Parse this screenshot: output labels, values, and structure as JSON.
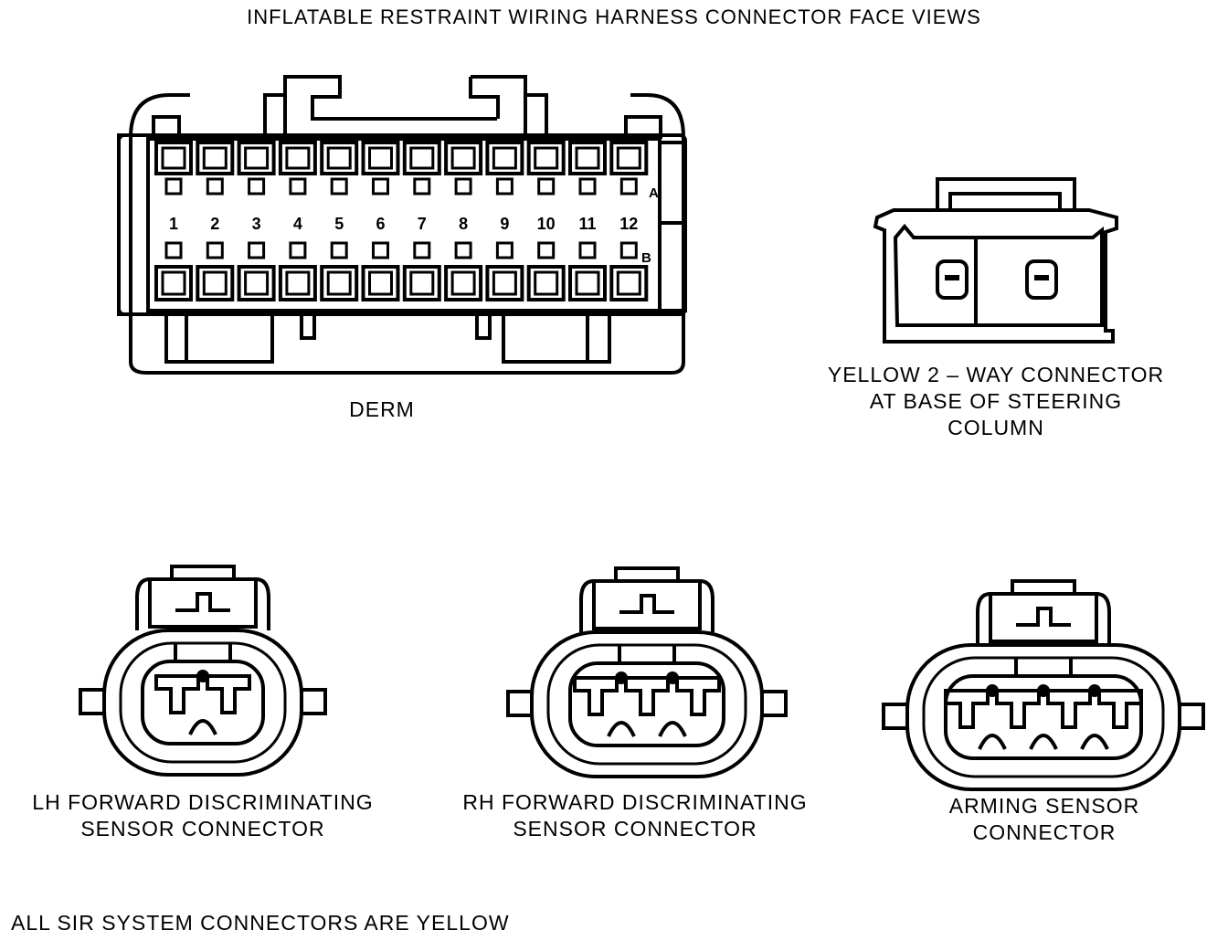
{
  "title": "INFLATABLE RESTRAINT WIRING HARNESS CONNECTOR FACE VIEWS",
  "derm": {
    "label": "DERM",
    "pin_numbers": [
      "1",
      "2",
      "3",
      "4",
      "5",
      "6",
      "7",
      "8",
      "9",
      "10",
      "11",
      "12"
    ],
    "row_a": "A",
    "row_b": "B"
  },
  "yellow_connector": {
    "label": "YELLOW 2 – WAY CONNECTOR\nAT BASE OF STEERING\nCOLUMN"
  },
  "lh_connector": {
    "label": "LH FORWARD DISCRIMINATING\nSENSOR CONNECTOR",
    "terminals": 2
  },
  "rh_connector": {
    "label": "RH FORWARD DISCRIMINATING\nSENSOR CONNECTOR",
    "terminals": 3
  },
  "arming_connector": {
    "label": "ARMING SENSOR\nCONNECTOR",
    "terminals": 4
  },
  "footer": "ALL SIR SYSTEM CONNECTORS ARE YELLOW",
  "colors": {
    "line": "#000000",
    "background": "#ffffff"
  }
}
